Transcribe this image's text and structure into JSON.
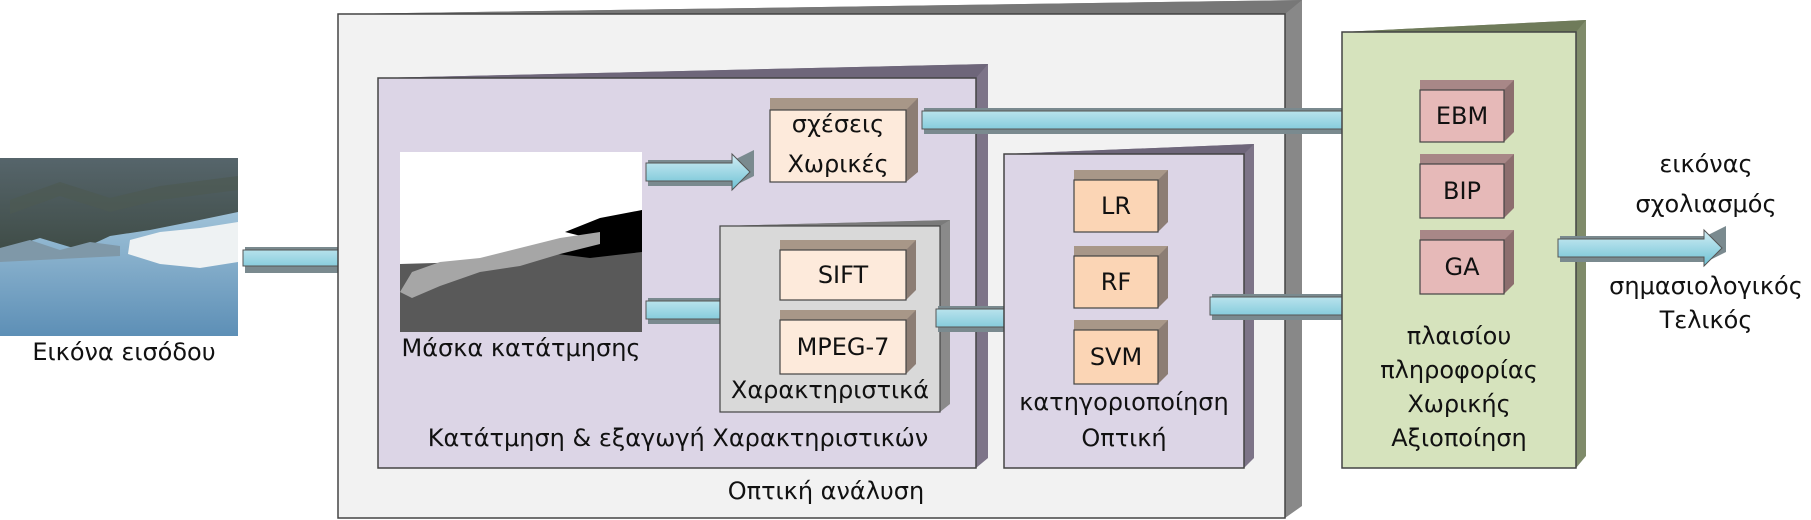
{
  "labels": {
    "input_image": "Εικόνα εισόδου",
    "segmentation_mask": "Μάσκα κατάτμησης",
    "spatial_relations": [
      "Χωρικές",
      "σχέσεις"
    ],
    "descriptors_group": "Χαρακτηριστικά",
    "descriptor_sift": "SIFT",
    "descriptor_mpeg7": "MPEG-7",
    "segmentation_extraction": "Κατάτμηση & εξαγωγή Χαρακτηριστικών",
    "visual_analysis": "Οπτική ανάλυση",
    "visual_classification": [
      "Οπτική",
      "κατηγοριοποίηση"
    ],
    "classifier_svm": "SVM",
    "classifier_rf": "RF",
    "classifier_lr": "LR",
    "spatial_evaluation": [
      "Αξιοποίηση",
      "Χωρικής",
      "πληροφορίας",
      "πλαισίου"
    ],
    "method_ebm": "EBM",
    "method_bip": "BIP",
    "method_ga": "GA",
    "final_annotation": [
      "Τελικός",
      "σημασιολογικός",
      "σχολιασμός",
      "εικόνας"
    ]
  },
  "colors": {
    "outer_panel": "#f2f2f2",
    "lavender_panel": "#dcd5e6",
    "gray_panel": "#d9d9d9",
    "green_panel": "#d6e3bd",
    "peach_box": "#fdeadb",
    "orange_box": "#fbd5b5",
    "pink_box": "#e6b9b8",
    "arrow_gradient_top": "#d2eef5",
    "arrow_gradient_bottom": "#6dc1d4"
  }
}
